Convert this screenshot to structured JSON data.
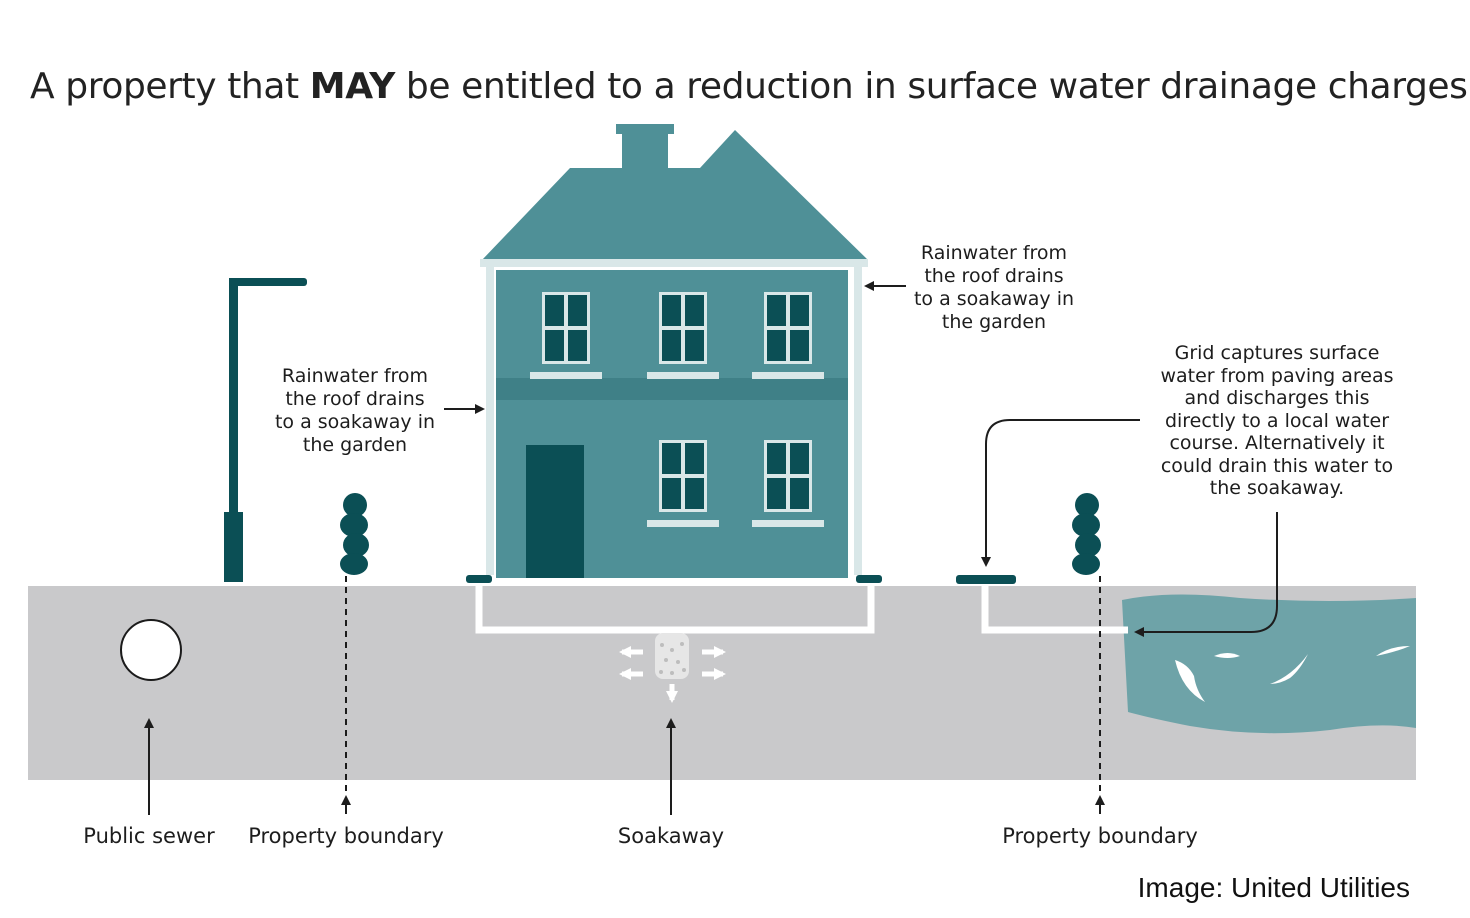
{
  "title": {
    "prefix": "A property that ",
    "emphasis": "MAY",
    "suffix": " be entitled to a reduction in surface water drainage charges"
  },
  "annotations": {
    "left_downpipe": [
      "Rainwater from",
      "the roof drains",
      "to a soakaway in",
      "the garden"
    ],
    "right_downpipe": [
      "Rainwater from",
      "the roof drains",
      "to a soakaway in",
      "the garden"
    ],
    "grid": [
      "Grid captures surface",
      "water from paving areas",
      "and discharges this",
      "directly to a local water",
      "course. Alternatively it",
      "could drain this water to",
      "the soakaway."
    ]
  },
  "bottom_labels": {
    "public_sewer": "Public sewer",
    "property_boundary_left": "Property boundary",
    "soakaway": "Soakaway",
    "property_boundary_right": "Property boundary"
  },
  "credit": "Image: United Utilities",
  "colors": {
    "house": "#4f9097",
    "dark_teal": "#0b4f55",
    "pipe": "#d9e7e8",
    "ground": "#c9c9cb",
    "water": "#6ea3a8"
  }
}
